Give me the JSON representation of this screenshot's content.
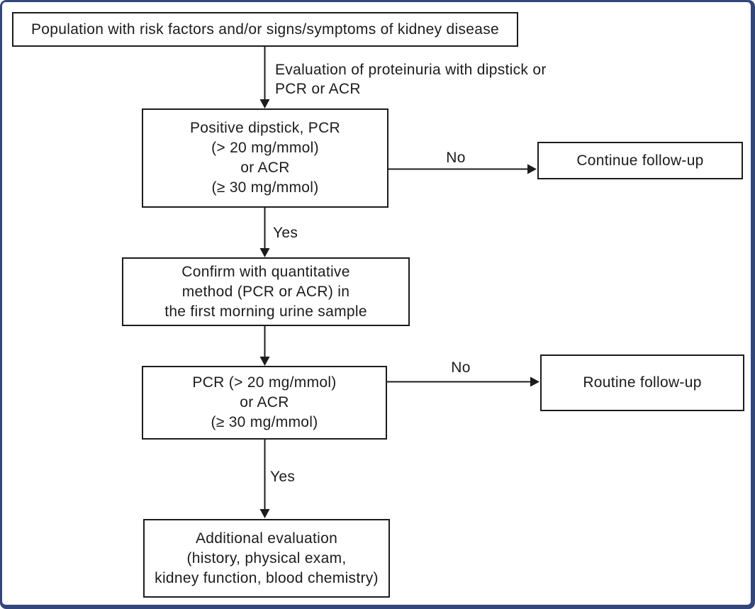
{
  "diagram": {
    "type": "flowchart",
    "colors": {
      "frame": "#33467a",
      "background": "#ffffff",
      "box_border": "#1c1c1c",
      "text": "#1c1c1c"
    },
    "nodes": {
      "population": {
        "label": "Population with risk factors and/or signs/symptoms of kidney disease"
      },
      "positive_dipstick": {
        "label": "Positive dipstick, PCR\n(> 20 mg/mmol)\nor ACR\n(≥ 30 mg/mmol)"
      },
      "continue_followup": {
        "label": "Continue follow-up"
      },
      "confirm_quantitative": {
        "label": "Confirm with quantitative\nmethod (PCR or ACR) in\nthe first morning urine sample"
      },
      "pcr_acr": {
        "label": "PCR (> 20 mg/mmol)\nor ACR\n(≥ 30 mg/mmol)"
      },
      "routine_followup": {
        "label": "Routine follow-up"
      },
      "additional_evaluation": {
        "label": "Additional evaluation\n(history, physical exam,\nkidney function, blood chemistry)"
      }
    },
    "edges": {
      "evaluation_label": "Evaluation of proteinuria with dipstick or\nPCR or ACR",
      "no_1": "No",
      "yes_1": "Yes",
      "no_2": "No",
      "yes_2": "Yes"
    }
  }
}
